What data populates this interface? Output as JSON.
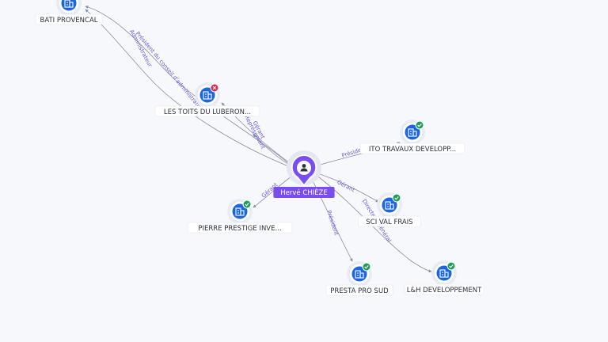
{
  "person": {
    "name": "Hervé CHIÈZE",
    "icon": "person-icon",
    "color": "#7b4df0"
  },
  "colors": {
    "company": "#1a66e0",
    "active": "#1e9e55",
    "closed": "#e0244d",
    "edge": "#8a8fa3",
    "edge_label": "#6a5ad6"
  },
  "companies": [
    {
      "id": "bati",
      "label": "BATI PROVENCAL",
      "status": "none",
      "icon": "building-icon"
    },
    {
      "id": "toits",
      "label": "LES TOITS DU LUBERON...",
      "status": "closed",
      "icon": "building-icon"
    },
    {
      "id": "ito",
      "label": "ITO TRAVAUX DEVELOPP...",
      "status": "active",
      "icon": "building-icon"
    },
    {
      "id": "sci",
      "label": "SCI VAL FRAIS",
      "status": "active",
      "icon": "building-icon"
    },
    {
      "id": "pierre",
      "label": "PIERRE PRESTIGE INVE...",
      "status": "active",
      "icon": "building-icon"
    },
    {
      "id": "presta",
      "label": "PRESTA PRO SUD",
      "status": "active",
      "icon": "building-icon"
    },
    {
      "id": "lh",
      "label": "L&H DEVELOPPEMENT",
      "status": "active",
      "icon": "building-icon"
    }
  ],
  "edges": [
    {
      "from": "person",
      "to": "bati",
      "label": "Président du conseil d'administration"
    },
    {
      "from": "person",
      "to": "bati",
      "label": "Administrateur"
    },
    {
      "from": "person",
      "to": "toits",
      "label": "Gérant"
    },
    {
      "from": "person",
      "to": "toits",
      "label": "Représentant"
    },
    {
      "from": "person",
      "to": "ito",
      "label": "Président"
    },
    {
      "from": "person",
      "to": "sci",
      "label": "Gérant"
    },
    {
      "from": "person",
      "to": "pierre",
      "label": "Gérant"
    },
    {
      "from": "person",
      "to": "presta",
      "label": "Président"
    },
    {
      "from": "person",
      "to": "lh",
      "label": "Directeur Général"
    }
  ]
}
